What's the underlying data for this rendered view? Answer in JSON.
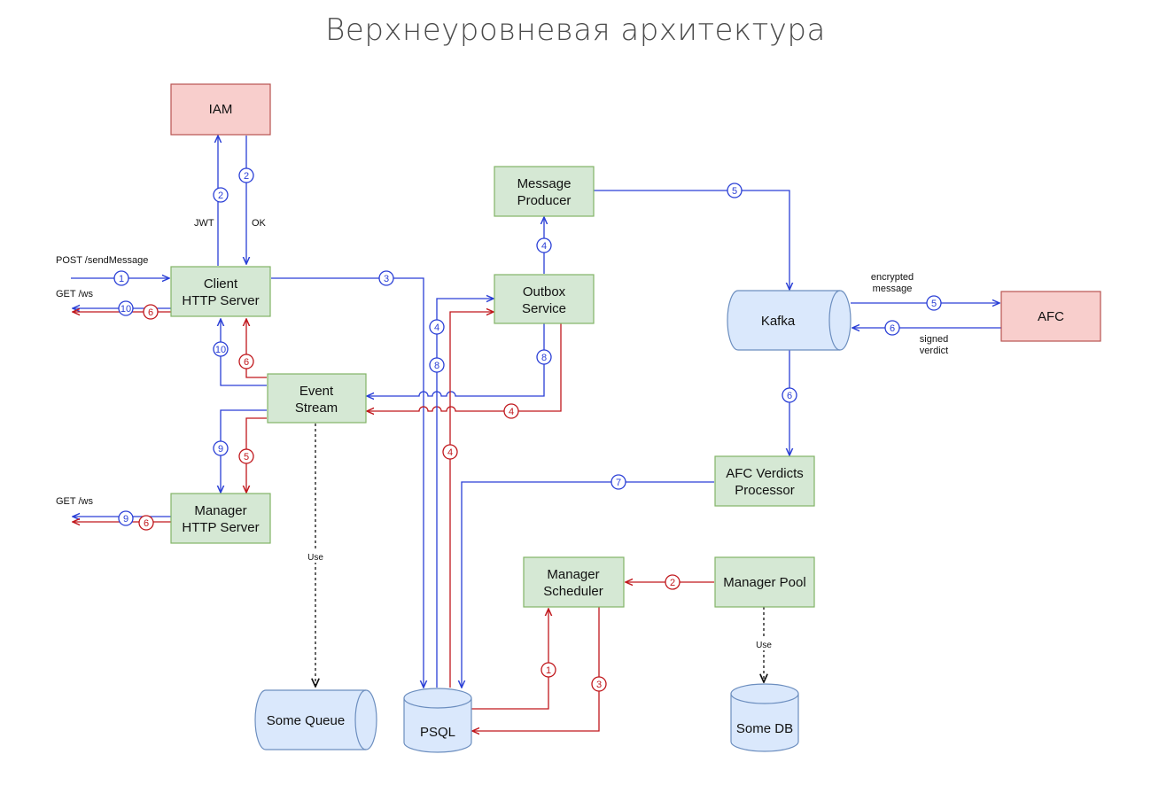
{
  "title": "Верхнеуровневая архитектура",
  "colors": {
    "green_fill": "#d5e8d4",
    "green_stroke": "#82b366",
    "red_fill": "#f8cecc",
    "red_stroke": "#b85450",
    "blue_fill": "#dae8fc",
    "blue_stroke": "#6c8ebf",
    "blue_line": "#2a3fd6",
    "red_line": "#c0171c"
  },
  "nodes": {
    "iam": {
      "label": [
        "IAM"
      ]
    },
    "client_http": {
      "label": [
        "Client",
        "HTTP Server"
      ]
    },
    "message_producer": {
      "label": [
        "Message",
        "Producer"
      ]
    },
    "outbox": {
      "label": [
        "Outbox",
        "Service"
      ]
    },
    "event_stream": {
      "label": [
        "Event",
        "Stream"
      ]
    },
    "manager_http": {
      "label": [
        "Manager",
        "HTTP Server"
      ]
    },
    "kafka": {
      "label": [
        "Kafka"
      ]
    },
    "afc": {
      "label": [
        "AFC"
      ]
    },
    "afc_verdicts": {
      "label": [
        "AFC Verdicts",
        "Processor"
      ]
    },
    "manager_scheduler": {
      "label": [
        "Manager",
        "Scheduler"
      ]
    },
    "manager_pool": {
      "label": [
        "Manager Pool"
      ]
    },
    "some_queue": {
      "label": [
        "Some Queue"
      ]
    },
    "psql": {
      "label": [
        "PSQL"
      ]
    },
    "some_db": {
      "label": [
        "Some DB"
      ]
    }
  },
  "edge_labels": {
    "post_send": "POST /sendMessage",
    "get_ws_client": "GET /ws",
    "get_ws_manager": "GET /ws",
    "jwt": "JWT",
    "ok": "OK",
    "encrypted": [
      "encrypted",
      "message"
    ],
    "signed": [
      "signed",
      "verdict"
    ],
    "use_queue": "Use",
    "use_db": "Use"
  },
  "step_badges": [
    {
      "n": "1",
      "color": "blue"
    },
    {
      "n": "10",
      "color": "blue"
    },
    {
      "n": "6",
      "color": "red"
    },
    {
      "n": "2",
      "color": "blue"
    },
    {
      "n": "2",
      "color": "blue"
    },
    {
      "n": "3",
      "color": "blue"
    },
    {
      "n": "10",
      "color": "blue"
    },
    {
      "n": "6",
      "color": "red"
    },
    {
      "n": "9",
      "color": "blue"
    },
    {
      "n": "5",
      "color": "red"
    },
    {
      "n": "9",
      "color": "blue"
    },
    {
      "n": "6",
      "color": "red"
    },
    {
      "n": "4",
      "color": "blue"
    },
    {
      "n": "8",
      "color": "blue"
    },
    {
      "n": "4",
      "color": "red"
    },
    {
      "n": "4",
      "color": "blue"
    },
    {
      "n": "8",
      "color": "blue"
    },
    {
      "n": "4",
      "color": "red"
    },
    {
      "n": "5",
      "color": "blue"
    },
    {
      "n": "5",
      "color": "blue"
    },
    {
      "n": "6",
      "color": "blue"
    },
    {
      "n": "6",
      "color": "blue"
    },
    {
      "n": "7",
      "color": "blue"
    },
    {
      "n": "2",
      "color": "red"
    },
    {
      "n": "1",
      "color": "red"
    },
    {
      "n": "3",
      "color": "red"
    }
  ]
}
